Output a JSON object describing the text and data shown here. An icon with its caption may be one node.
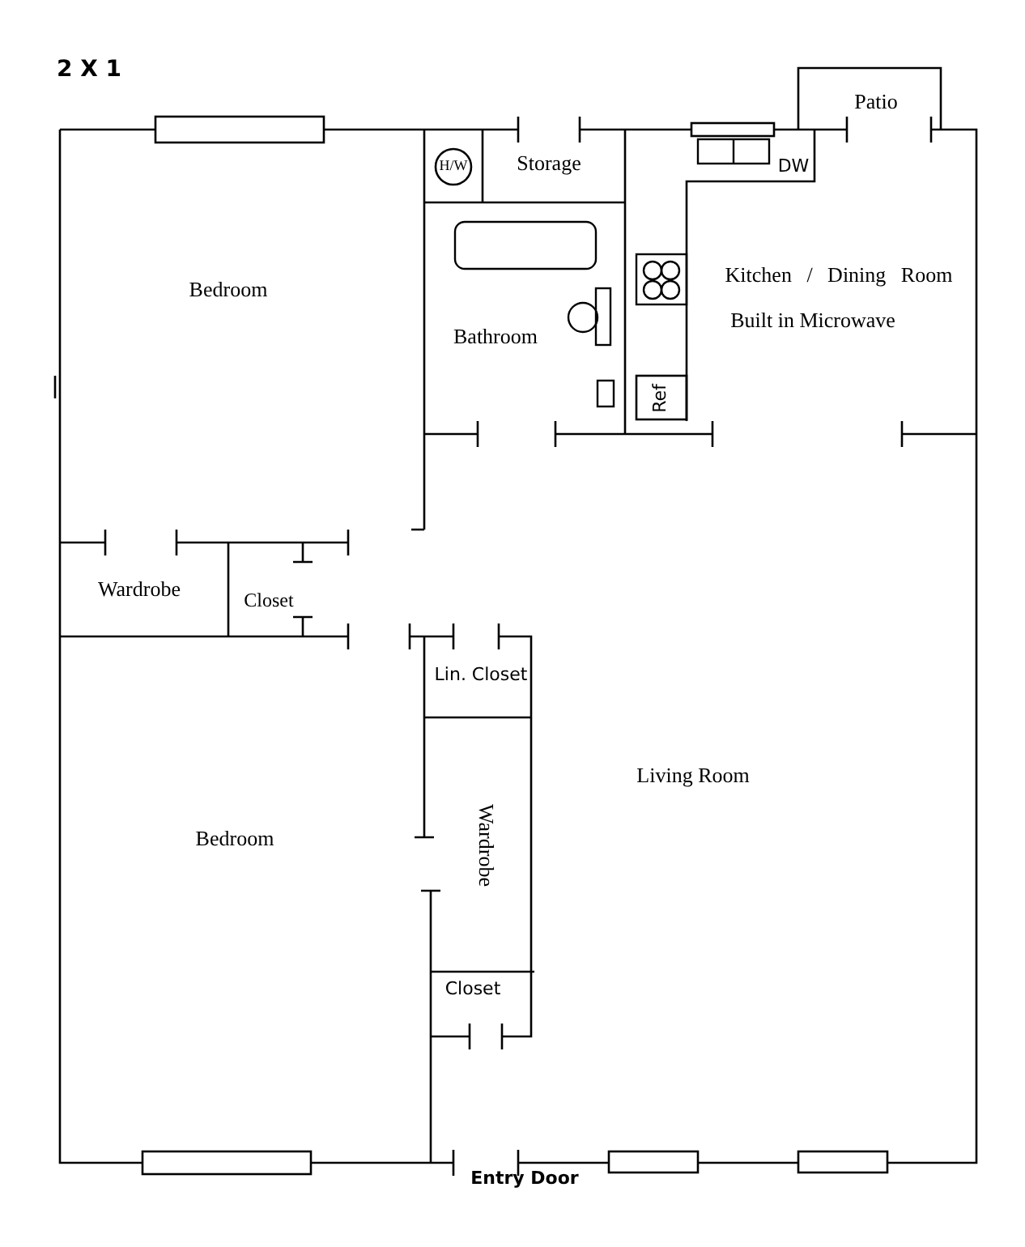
{
  "diagram": {
    "title": "2 X 1",
    "labels": [
      "Patio",
      "H/W",
      "Storage",
      "DW",
      "Bedroom",
      "Kitchen / Dining Room",
      "Bathroom",
      "Built in Microwave",
      "Ref",
      "Wardrobe",
      "Closet",
      "Lin. Closet",
      "Living Room",
      "Bedroom",
      "Wardrobe",
      "Closet",
      "Entry Door"
    ]
  }
}
